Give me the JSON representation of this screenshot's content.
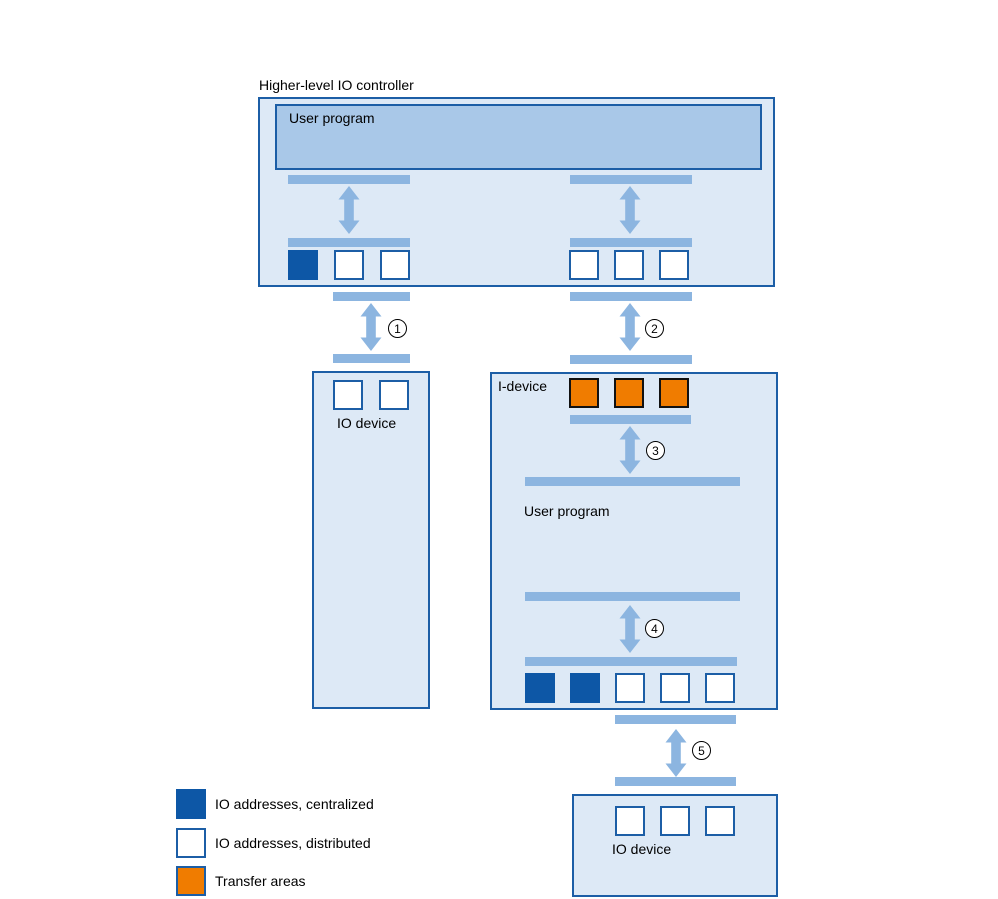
{
  "colors": {
    "pale": "#dde9f6",
    "medium": "#a9c8e8",
    "bar": "#8cb5e0",
    "dark-blue": "#0d57a6",
    "box-border": "#1c5ea6",
    "orange": "#f07c00",
    "orange-border": "#111111",
    "text": "#000000"
  },
  "diagram": {
    "controller": {
      "title": "Higher-level IO controller",
      "user_program_label": "User program",
      "left_addresses": [
        "centralized",
        "distributed",
        "distributed"
      ],
      "right_addresses": [
        "distributed",
        "distributed",
        "distributed"
      ]
    },
    "io_device_left": {
      "label": "IO device",
      "addresses": [
        "distributed",
        "distributed"
      ]
    },
    "i_device": {
      "label": "I-device",
      "transfer_areas": [
        "transfer",
        "transfer",
        "transfer"
      ],
      "user_program_label": "User program",
      "addresses": [
        "centralized",
        "centralized",
        "distributed",
        "distributed",
        "distributed"
      ]
    },
    "io_device_bottom": {
      "label": "IO device",
      "addresses": [
        "distributed",
        "distributed",
        "distributed"
      ]
    },
    "connections": [
      {
        "number": "1"
      },
      {
        "number": "2"
      },
      {
        "number": "3"
      },
      {
        "number": "4"
      },
      {
        "number": "5"
      }
    ]
  },
  "legend": {
    "items": [
      {
        "swatch": "centralized",
        "label": "IO addresses, centralized"
      },
      {
        "swatch": "distributed",
        "label": "IO addresses, distributed"
      },
      {
        "swatch": "transfer",
        "label": "Transfer areas"
      }
    ]
  }
}
